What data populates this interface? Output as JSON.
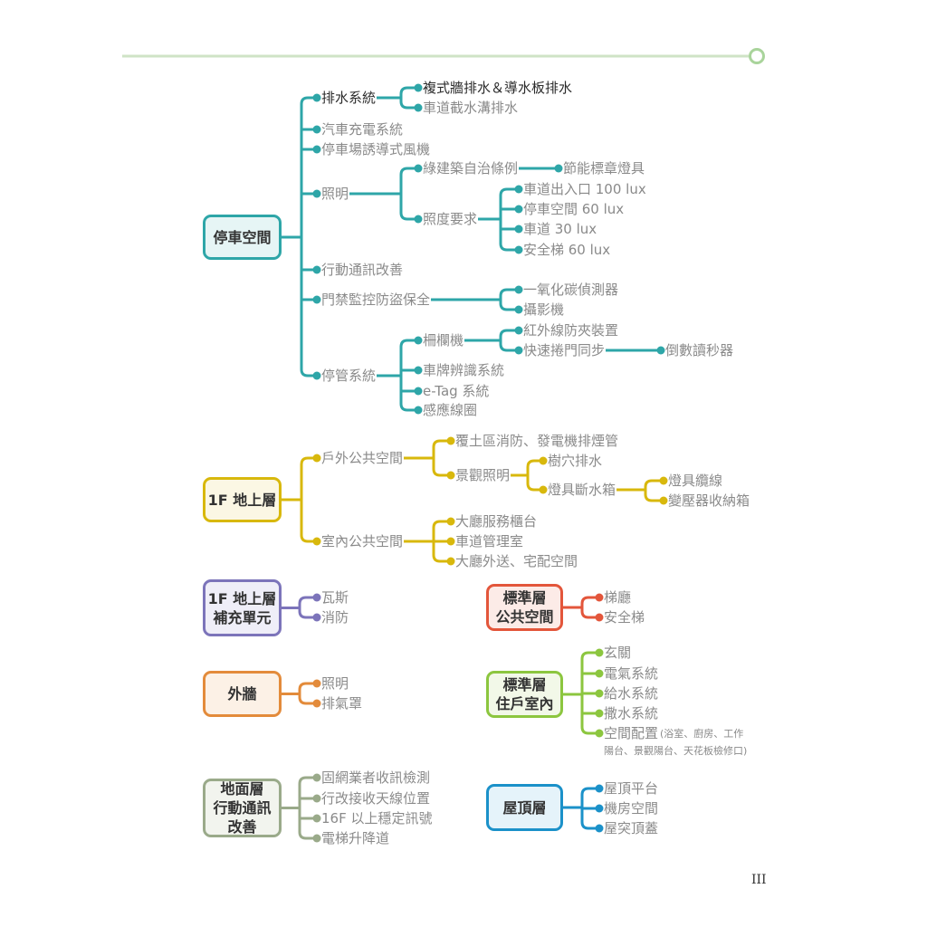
{
  "page_number": "III",
  "colors": {
    "rule": "#cfe3c6",
    "rule_circle": "#a9d49b"
  },
  "groups": [
    {
      "id": "parking",
      "color": "#2ea6a8",
      "bg": "#e6f5f5",
      "root": [
        "停車空間"
      ],
      "children": [
        {
          "label": "排水系統",
          "dark": true,
          "children": [
            {
              "label": "複式牆排水＆導水板排水",
              "dark": true
            },
            {
              "label": "車道截水溝排水"
            }
          ]
        },
        {
          "label": "汽車充電系統"
        },
        {
          "label": "停車場誘導式風機"
        },
        {
          "label": "照明",
          "children": [
            {
              "label": "綠建築自治條例",
              "children": [
                {
                  "label": "節能標章燈具"
                }
              ]
            },
            {
              "label": "照度要求",
              "children": [
                {
                  "label": "車道出入口 100 lux"
                },
                {
                  "label": "停車空間 60 lux"
                },
                {
                  "label": "車道 30 lux"
                },
                {
                  "label": "安全梯 60 lux"
                }
              ]
            }
          ]
        },
        {
          "label": "行動通訊改善"
        },
        {
          "label": "門禁監控防盜保全",
          "children": [
            {
              "label": "一氧化碳偵測器"
            },
            {
              "label": "攝影機"
            }
          ]
        },
        {
          "label": "停管系統",
          "children": [
            {
              "label": "柵欄機",
              "children": [
                {
                  "label": "紅外線防夾裝置"
                },
                {
                  "label": "快速捲門同步",
                  "children": [
                    {
                      "label": "倒數讀秒器"
                    }
                  ]
                }
              ]
            },
            {
              "label": "車牌辨識系統"
            },
            {
              "label": "e-Tag 系統"
            },
            {
              "label": "感應線圈"
            }
          ]
        }
      ]
    },
    {
      "id": "1f-ground",
      "color": "#d8b80c",
      "bg": "#fbf7e4",
      "root": [
        "1F 地上層"
      ],
      "children": [
        {
          "label": "戶外公共空間",
          "children": [
            {
              "label": "覆土區消防、發電機排煙管"
            },
            {
              "label": "景觀照明",
              "children": [
                {
                  "label": "樹穴排水"
                },
                {
                  "label": "燈具斷水箱",
                  "children": [
                    {
                      "label": "燈具纜線"
                    },
                    {
                      "label": "變壓器收納箱"
                    }
                  ]
                }
              ]
            }
          ]
        },
        {
          "label": "室內公共空間",
          "children": [
            {
              "label": "大廳服務櫃台"
            },
            {
              "label": "車道管理室"
            },
            {
              "label": "大廳外送、宅配空間"
            }
          ]
        }
      ]
    },
    {
      "id": "1f-supplement",
      "color": "#7c74ba",
      "bg": "#efeef8",
      "root": [
        "1F 地上層",
        "補充單元"
      ],
      "children": [
        {
          "label": "瓦斯"
        },
        {
          "label": "消防"
        }
      ]
    },
    {
      "id": "exterior-wall",
      "color": "#e38b3b",
      "bg": "#fcf1e6",
      "root": [
        "外牆"
      ],
      "children": [
        {
          "label": "照明"
        },
        {
          "label": "排氣罩"
        }
      ]
    },
    {
      "id": "ground-mobile",
      "color": "#9aaa8a",
      "bg": "#f2f4ee",
      "root": [
        "地面層",
        "行動通訊",
        "改善"
      ],
      "children": [
        {
          "label": "固網業者收訊檢測"
        },
        {
          "label": "行改接收天線位置"
        },
        {
          "label": "16F 以上穩定訊號"
        },
        {
          "label": "電梯升降道"
        }
      ]
    },
    {
      "id": "std-public",
      "color": "#e3563b",
      "bg": "#fcebe7",
      "root": [
        "標準層",
        "公共空間"
      ],
      "children": [
        {
          "label": "梯廳"
        },
        {
          "label": "安全梯"
        }
      ]
    },
    {
      "id": "std-unit",
      "color": "#8cc63f",
      "bg": "#f2f8e8",
      "root": [
        "標準層",
        "住戶室內"
      ],
      "children": [
        {
          "label": "玄關"
        },
        {
          "label": "電氣系統"
        },
        {
          "label": "給水系統"
        },
        {
          "label": "撒水系統"
        },
        {
          "label": "空間配置",
          "note_lines": [
            "(浴室、廚房、工作",
            "陽台、景觀陽台、天花板檢修口)"
          ]
        }
      ]
    },
    {
      "id": "roof",
      "color": "#1b91c9",
      "bg": "#e5f3fa",
      "root": [
        "屋頂層"
      ],
      "children": [
        {
          "label": "屋頂平台"
        },
        {
          "label": "機房空間"
        },
        {
          "label": "屋突頂蓋"
        }
      ]
    }
  ]
}
